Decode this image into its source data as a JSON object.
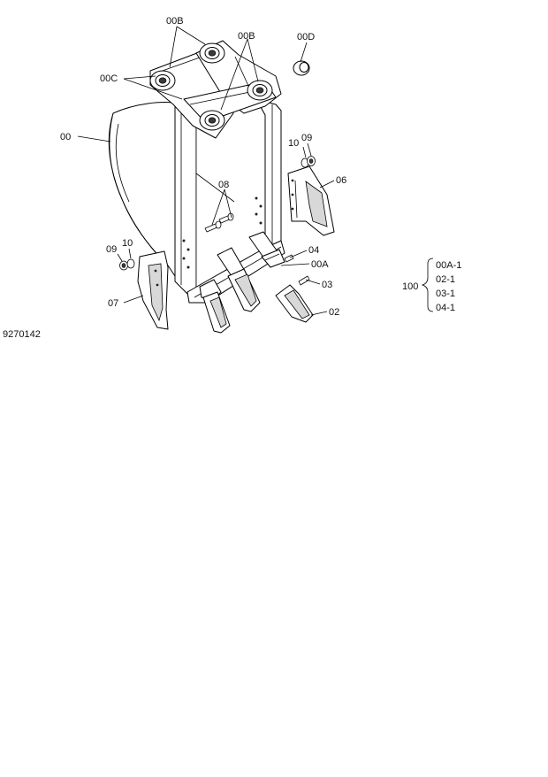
{
  "diagram_id": "9270142",
  "callouts": {
    "c_00": "00",
    "c_00b_left": "00B",
    "c_00b_right": "00B",
    "c_00c": "00C",
    "c_00d": "00D",
    "c_08": "08",
    "c_10_right": "10",
    "c_09_right": "09",
    "c_06": "06",
    "c_09_left": "09",
    "c_10_left": "10",
    "c_07": "07",
    "c_04": "04",
    "c_00a": "00A",
    "c_03": "03",
    "c_02": "02"
  },
  "kit": {
    "label": "100",
    "items": [
      "00A-1",
      "02-1",
      "03-1",
      "04-1"
    ]
  }
}
